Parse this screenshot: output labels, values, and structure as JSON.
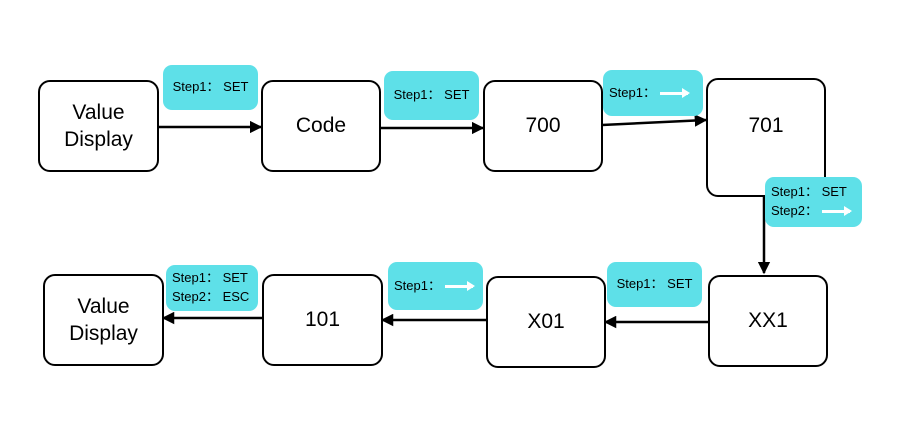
{
  "colors": {
    "tag_fill": "#5ee0e8",
    "line": "#000000",
    "node_border": "#000000",
    "arrow_glyph": "#ffffff"
  },
  "nodes": {
    "value_display_top": "Value\nDisplay",
    "code": "Code",
    "n700": "700",
    "n701": "701",
    "xx1": "XX1",
    "x01": "X01",
    "n101": "101",
    "value_display_bottom": "Value\nDisplay"
  },
  "tags": {
    "t1": {
      "step1": "Step1： SET"
    },
    "t2": {
      "step1": "Step1： SET"
    },
    "t3": {
      "step1": "Step1：",
      "icon": "right-arrow-icon"
    },
    "t4": {
      "step1": "Step1： SET",
      "step2": "Step2：",
      "icon": "right-arrow-icon"
    },
    "t5": {
      "step1": "Step1： SET"
    },
    "t6": {
      "step1": "Step1：",
      "icon": "right-arrow-icon"
    },
    "t7": {
      "step1": "Step1： SET",
      "step2": "Step2： ESC"
    }
  }
}
